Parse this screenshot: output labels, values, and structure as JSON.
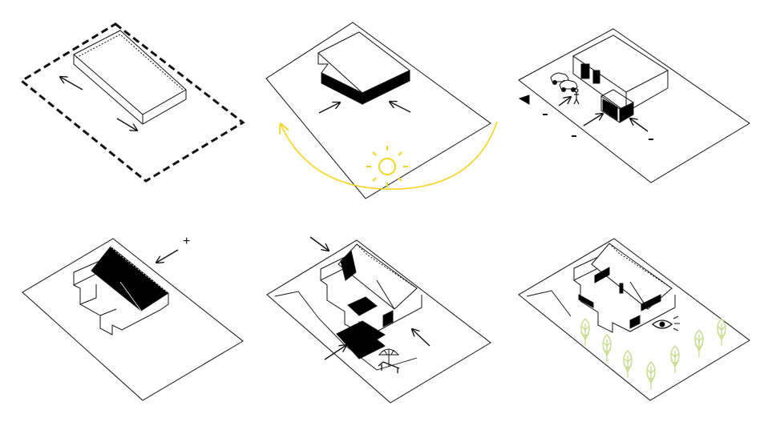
{
  "diagram": {
    "panels": [
      {
        "id": "site-orientation",
        "shows": "plot-outline-box-arrows"
      },
      {
        "id": "solar-path",
        "shows": "sun-arc-over-plot"
      },
      {
        "id": "access-parking",
        "shows": "cars-entrance-arrows"
      },
      {
        "id": "roof-volume",
        "shows": "pitched-roof-mass"
      },
      {
        "id": "terraces-garden",
        "shows": "paved-areas-umbrella"
      },
      {
        "id": "views-greenery",
        "shows": "trees-eye"
      }
    ],
    "labels": {
      "plus": "+"
    }
  },
  "colors": {
    "line": "#111111",
    "fill_dark": "#000000",
    "sun": "#f5d520",
    "tree": "#c6d98a",
    "background": "#ffffff"
  }
}
